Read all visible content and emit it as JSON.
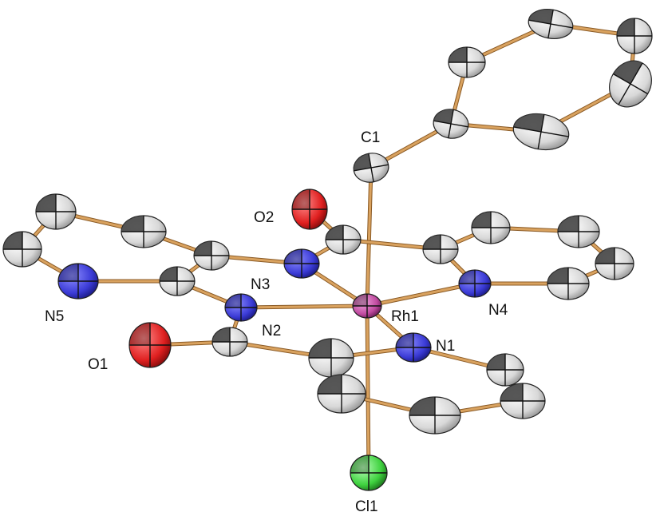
{
  "figure": {
    "labels": {
      "c1": "C1",
      "o2": "O2",
      "n3": "N3",
      "n5": "N5",
      "n4": "N4",
      "rh1": "Rh1",
      "n2": "N2",
      "n1": "N1",
      "o1": "O1",
      "cl1": "Cl1"
    },
    "colors": {
      "bond": "#d9a25f",
      "bond_edge": "#8a5a25",
      "carbon": "#e8e8e8",
      "carbon_dark": "#3a3a3a",
      "nitrogen": "#3b3bd6",
      "oxygen": "#e02020",
      "rhodium": "#c04aa0",
      "chlorine": "#3fd23f"
    }
  }
}
